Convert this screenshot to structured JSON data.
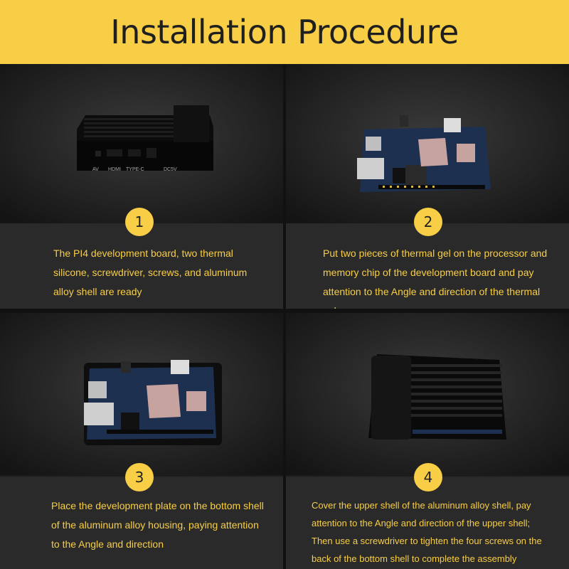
{
  "title": "Installation Procedure",
  "colors": {
    "accent": "#f8ce46",
    "background": "#111111",
    "caption_panel": "#2a2a2a"
  },
  "steps": [
    {
      "number": "1",
      "caption": "The PI4 development board, two thermal silicone, screwdriver, screws, and aluminum alloy shell are ready",
      "port_labels": [
        "AV",
        "HDMI",
        "TYPE-C",
        "DC5V"
      ]
    },
    {
      "number": "2",
      "caption": "Put two pieces of thermal gel on the processor and memory chip of the development board and pay attention to the Angle and direction of the thermal gel"
    },
    {
      "number": "3",
      "caption": "Place the development plate on the bottom shell of the aluminum alloy housing, paying attention to the Angle and direction"
    },
    {
      "number": "4",
      "caption": "Cover the upper shell of the aluminum alloy shell, pay attention to the Angle and direction of the upper shell; Then use a screwdriver to tighten the four screws on the back of the bottom shell to complete the assembly"
    }
  ]
}
